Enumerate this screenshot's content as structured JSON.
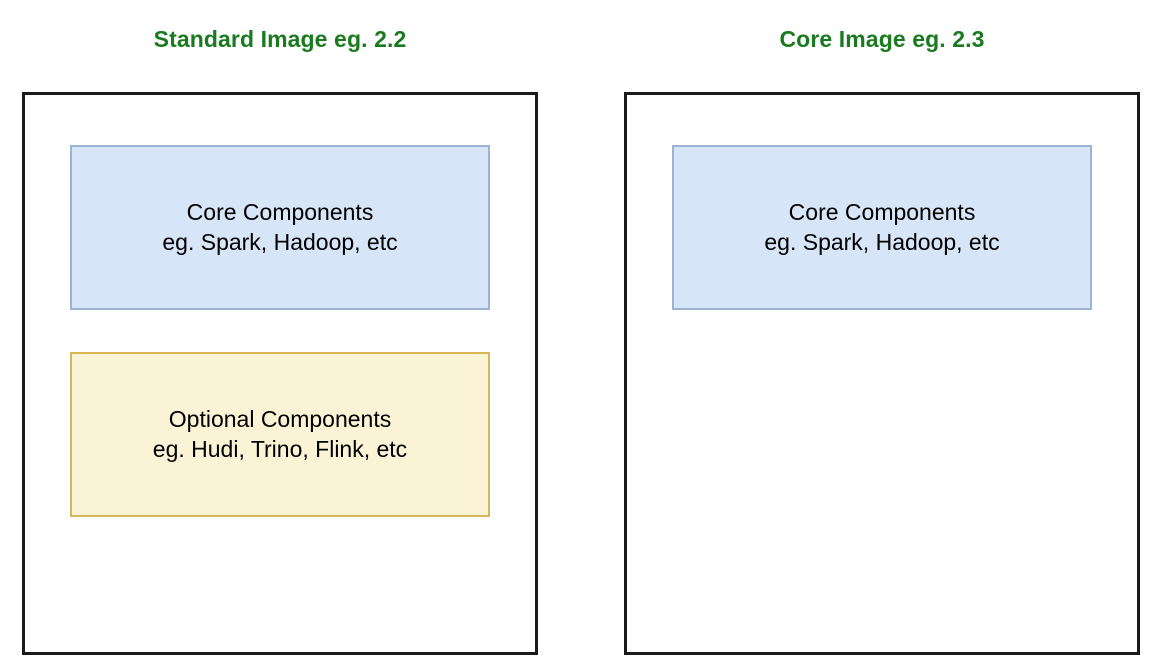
{
  "diagram": {
    "background_color": "#ffffff",
    "title_color": "#1a7a1f",
    "panels": [
      {
        "id": "standard-image",
        "title": "Standard Image eg. 2.2",
        "container_border_color": "#1a1a1a",
        "blocks": [
          {
            "id": "core-components",
            "kind": "core",
            "fill_color": "#d7e5f8",
            "border_color": "#9cb3d6",
            "line1": "Core Components",
            "line2": "eg. Spark, Hadoop, etc"
          },
          {
            "id": "optional-components",
            "kind": "optional",
            "fill_color": "#fbf3d5",
            "border_color": "#d6b656",
            "line1": "Optional Components",
            "line2": "eg. Hudi, Trino, Flink, etc"
          }
        ]
      },
      {
        "id": "core-image",
        "title": "Core Image eg. 2.3",
        "container_border_color": "#1a1a1a",
        "blocks": [
          {
            "id": "core-components",
            "kind": "core",
            "fill_color": "#d7e5f8",
            "border_color": "#9cb3d6",
            "line1": "Core Components",
            "line2": "eg. Spark, Hadoop, etc"
          }
        ]
      }
    ]
  }
}
